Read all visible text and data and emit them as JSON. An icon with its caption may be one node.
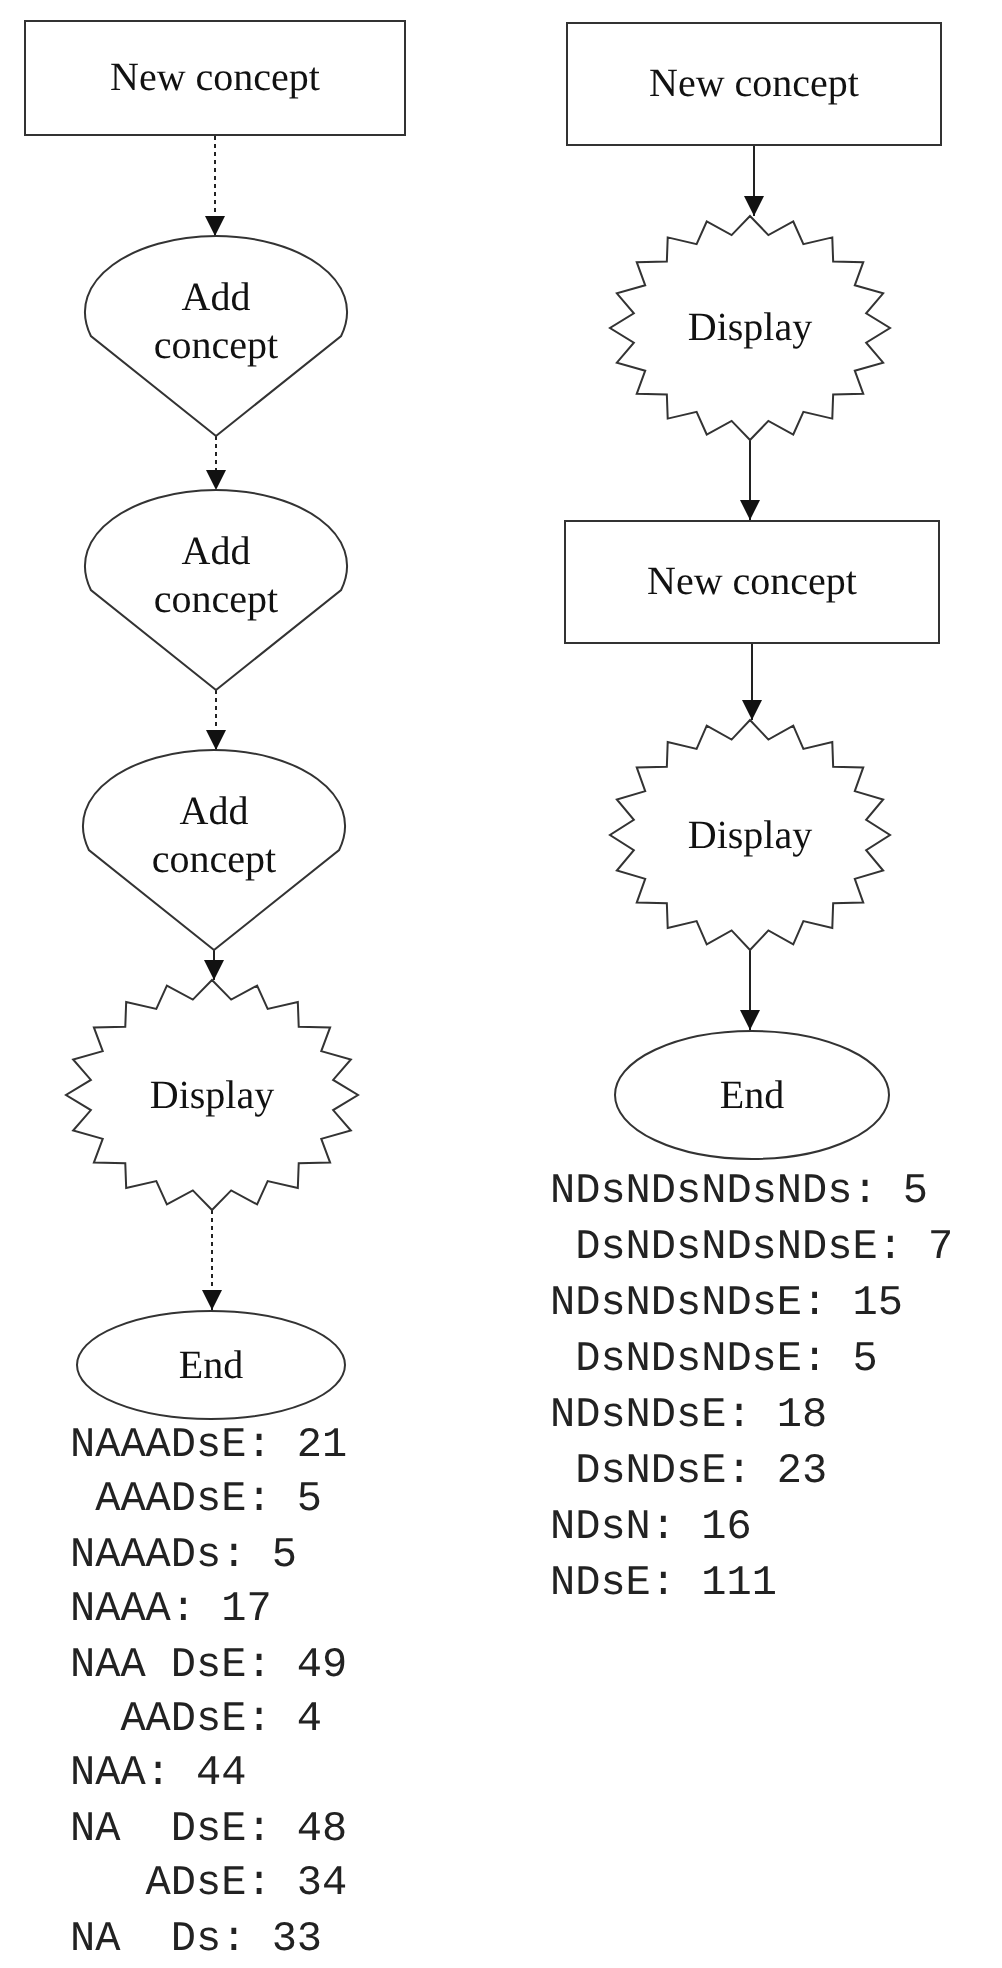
{
  "diagram": {
    "nodes": [
      {
        "text": [
          "New concept"
        ]
      },
      {
        "text": [
          "Add concept"
        ]
      },
      {
        "text": [
          "Add concept"
        ]
      },
      {
        "text": [
          "Add concept"
        ]
      },
      {
        "text": [
          "Display"
        ]
      },
      {
        "text": [
          "End"
        ]
      },
      {
        "text": [
          "New concept"
        ]
      },
      {
        "text": [
          "Display"
        ]
      },
      {
        "text": [
          "New concept"
        ]
      },
      {
        "text": [
          "Display"
        ]
      },
      {
        "text": [
          "End"
        ]
      }
    ],
    "edges": [
      {
        "from": 0,
        "to": 1,
        "arrow": "to",
        "style": "dashed"
      },
      {
        "from": 1,
        "to": 2,
        "arrow": "to",
        "style": "dashed"
      },
      {
        "from": 2,
        "to": 3,
        "arrow": "to",
        "style": "dashed"
      },
      {
        "from": 3,
        "to": 4,
        "arrow": "to"
      },
      {
        "from": 4,
        "to": 5,
        "arrow": "to",
        "style": "dashed"
      },
      {
        "from": 6,
        "to": 7,
        "arrow": "to"
      },
      {
        "from": 7,
        "to": 8,
        "arrow": "to"
      },
      {
        "from": 8,
        "to": 9,
        "arrow": "to"
      },
      {
        "from": 9,
        "to": 10,
        "arrow": "to"
      }
    ],
    "labels": [
      "NAAADsE: 21",
      "AAADsE: 5",
      "NAAADs: 5",
      "NAAA: 17",
      "NAA DsE: 49",
      "AADsE: 4",
      "NAA: 44",
      "NA  DsE: 48",
      "ADsE: 34",
      "NA  Ds: 33",
      "NDsNDsNDsNDs: 5",
      "DsNDsNDsNDsE: 7",
      "NDsNDsNDsE: 15",
      "DsNDsNDsE: 5",
      "NDsNDsE: 18",
      "DsNDsE: 23",
      "NDsN: 16",
      "NDsE: 111"
    ]
  }
}
